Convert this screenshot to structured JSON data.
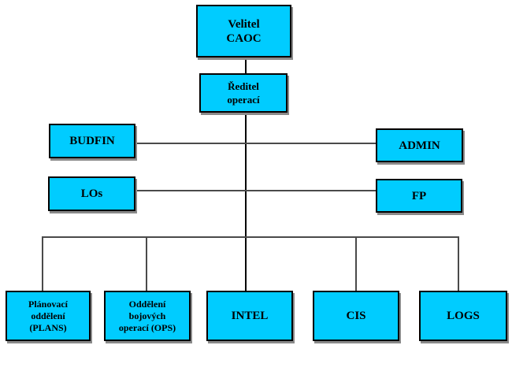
{
  "palette": {
    "page-bg": "#ffffff",
    "box-fill": "#00ccff",
    "box-border": "#000000",
    "text-color": "#000000",
    "spine-color": "#000000",
    "line-color": "#4a4a4a",
    "shadow-color": "#8a8a8a"
  },
  "org": {
    "type": "org-chart",
    "nodes": {
      "velitel": {
        "lines": [
          "Velitel",
          "CAOC"
        ]
      },
      "reditel": {
        "lines": [
          "Ředitel",
          "operací"
        ]
      },
      "budfin": {
        "lines": [
          "BUDFIN"
        ]
      },
      "admin": {
        "lines": [
          "ADMIN"
        ]
      },
      "los": {
        "lines": [
          "LOs"
        ]
      },
      "fp": {
        "lines": [
          "FP"
        ]
      },
      "plans": {
        "lines": [
          "Plánovací",
          "oddělení",
          "(PLANS)"
        ]
      },
      "ops": {
        "lines": [
          "Oddělení",
          "bojových",
          "operací (OPS)"
        ]
      },
      "intel": {
        "lines": [
          "INTEL"
        ]
      },
      "cis": {
        "lines": [
          "CIS"
        ]
      },
      "logs": {
        "lines": [
          "LOGS"
        ]
      }
    },
    "edges": [
      {
        "from": "velitel",
        "to": "reditel"
      },
      {
        "from": "reditel",
        "to": "budfin"
      },
      {
        "from": "reditel",
        "to": "admin"
      },
      {
        "from": "reditel",
        "to": "los"
      },
      {
        "from": "reditel",
        "to": "fp"
      },
      {
        "from": "reditel",
        "to": "plans"
      },
      {
        "from": "reditel",
        "to": "ops"
      },
      {
        "from": "reditel",
        "to": "intel"
      },
      {
        "from": "reditel",
        "to": "cis"
      },
      {
        "from": "reditel",
        "to": "logs"
      }
    ]
  }
}
